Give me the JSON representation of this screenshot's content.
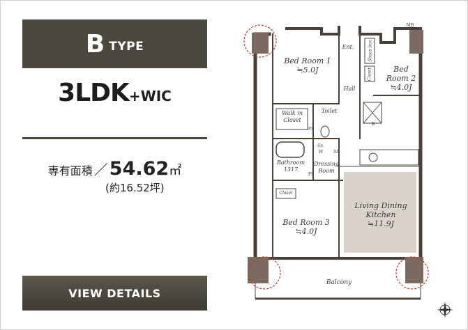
{
  "type_box": {
    "letter": "B",
    "word": "TYPE"
  },
  "plan_name": {
    "main": "3LDK",
    "suffix": "+WIC"
  },
  "area": {
    "label": "専有面積",
    "separator": "／",
    "value": "54.62",
    "unit": "㎡",
    "tsubo": "(約16.52坪)"
  },
  "button": {
    "label": "VIEW DETAILS"
  },
  "floor_plan": {
    "rooms": {
      "bed1_name": "Bed Room 1",
      "bed1_size": "≒5.0J",
      "bed2_name_line1": "Bed",
      "bed2_name_line2": "Room 2",
      "bed2_size": "≒4.0J",
      "bed3_name": "Bed Room 3",
      "bed3_size": "≒4.0J",
      "ldk_line1": "Living Dining",
      "ldk_line2": "Kitchen",
      "ldk_size": "≒11.9J",
      "wic_line1": "Walk in",
      "wic_line2": "Closet",
      "toilet": "Toilet",
      "bathroom": "Bathroom",
      "bathroom_size": "1317",
      "dressing_line1": "Dressing",
      "dressing_line2": "Room",
      "entrance": "Ent.",
      "hall": "Hall",
      "balcony": "Balcony",
      "mb": "MB",
      "shoes_box": "Shoes box",
      "closet_v": "Closet",
      "closet_h": "Closet",
      "ps1": "PS",
      "ps2": "PS",
      "r_mark": "R",
      "sn": "Sn.",
      "w": "W",
      "sh": "Sh"
    },
    "colors": {
      "wall": "#4a403a",
      "ldk_fill": "#d9d3cb",
      "marker": "#c0392b",
      "accent": "#4b483d"
    }
  }
}
